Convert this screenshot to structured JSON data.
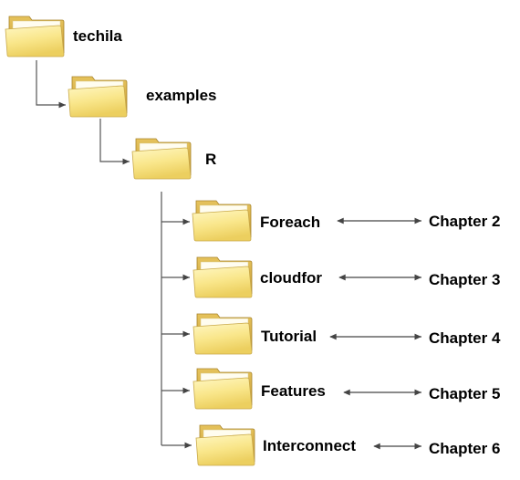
{
  "folders": {
    "root": {
      "label": "techila"
    },
    "examples": {
      "label": "examples"
    },
    "r": {
      "label": "R"
    },
    "foreach": {
      "label": "Foreach"
    },
    "cloudfor": {
      "label": "cloudfor"
    },
    "tutorial": {
      "label": "Tutorial"
    },
    "features": {
      "label": "Features"
    },
    "interconnect": {
      "label": "Interconnect"
    }
  },
  "chapters": {
    "foreach": "Chapter 2",
    "cloudfor": "Chapter 3",
    "tutorial": "Chapter 4",
    "features": "Chapter 5",
    "interconnect": "Chapter 6"
  },
  "colors": {
    "folder_light": "#fff1a6",
    "folder_mid": "#f2d76a",
    "folder_dark": "#b48f2e",
    "line": "#555555"
  },
  "icons": {
    "folder": "folder-icon",
    "arrow": "double-arrow"
  }
}
